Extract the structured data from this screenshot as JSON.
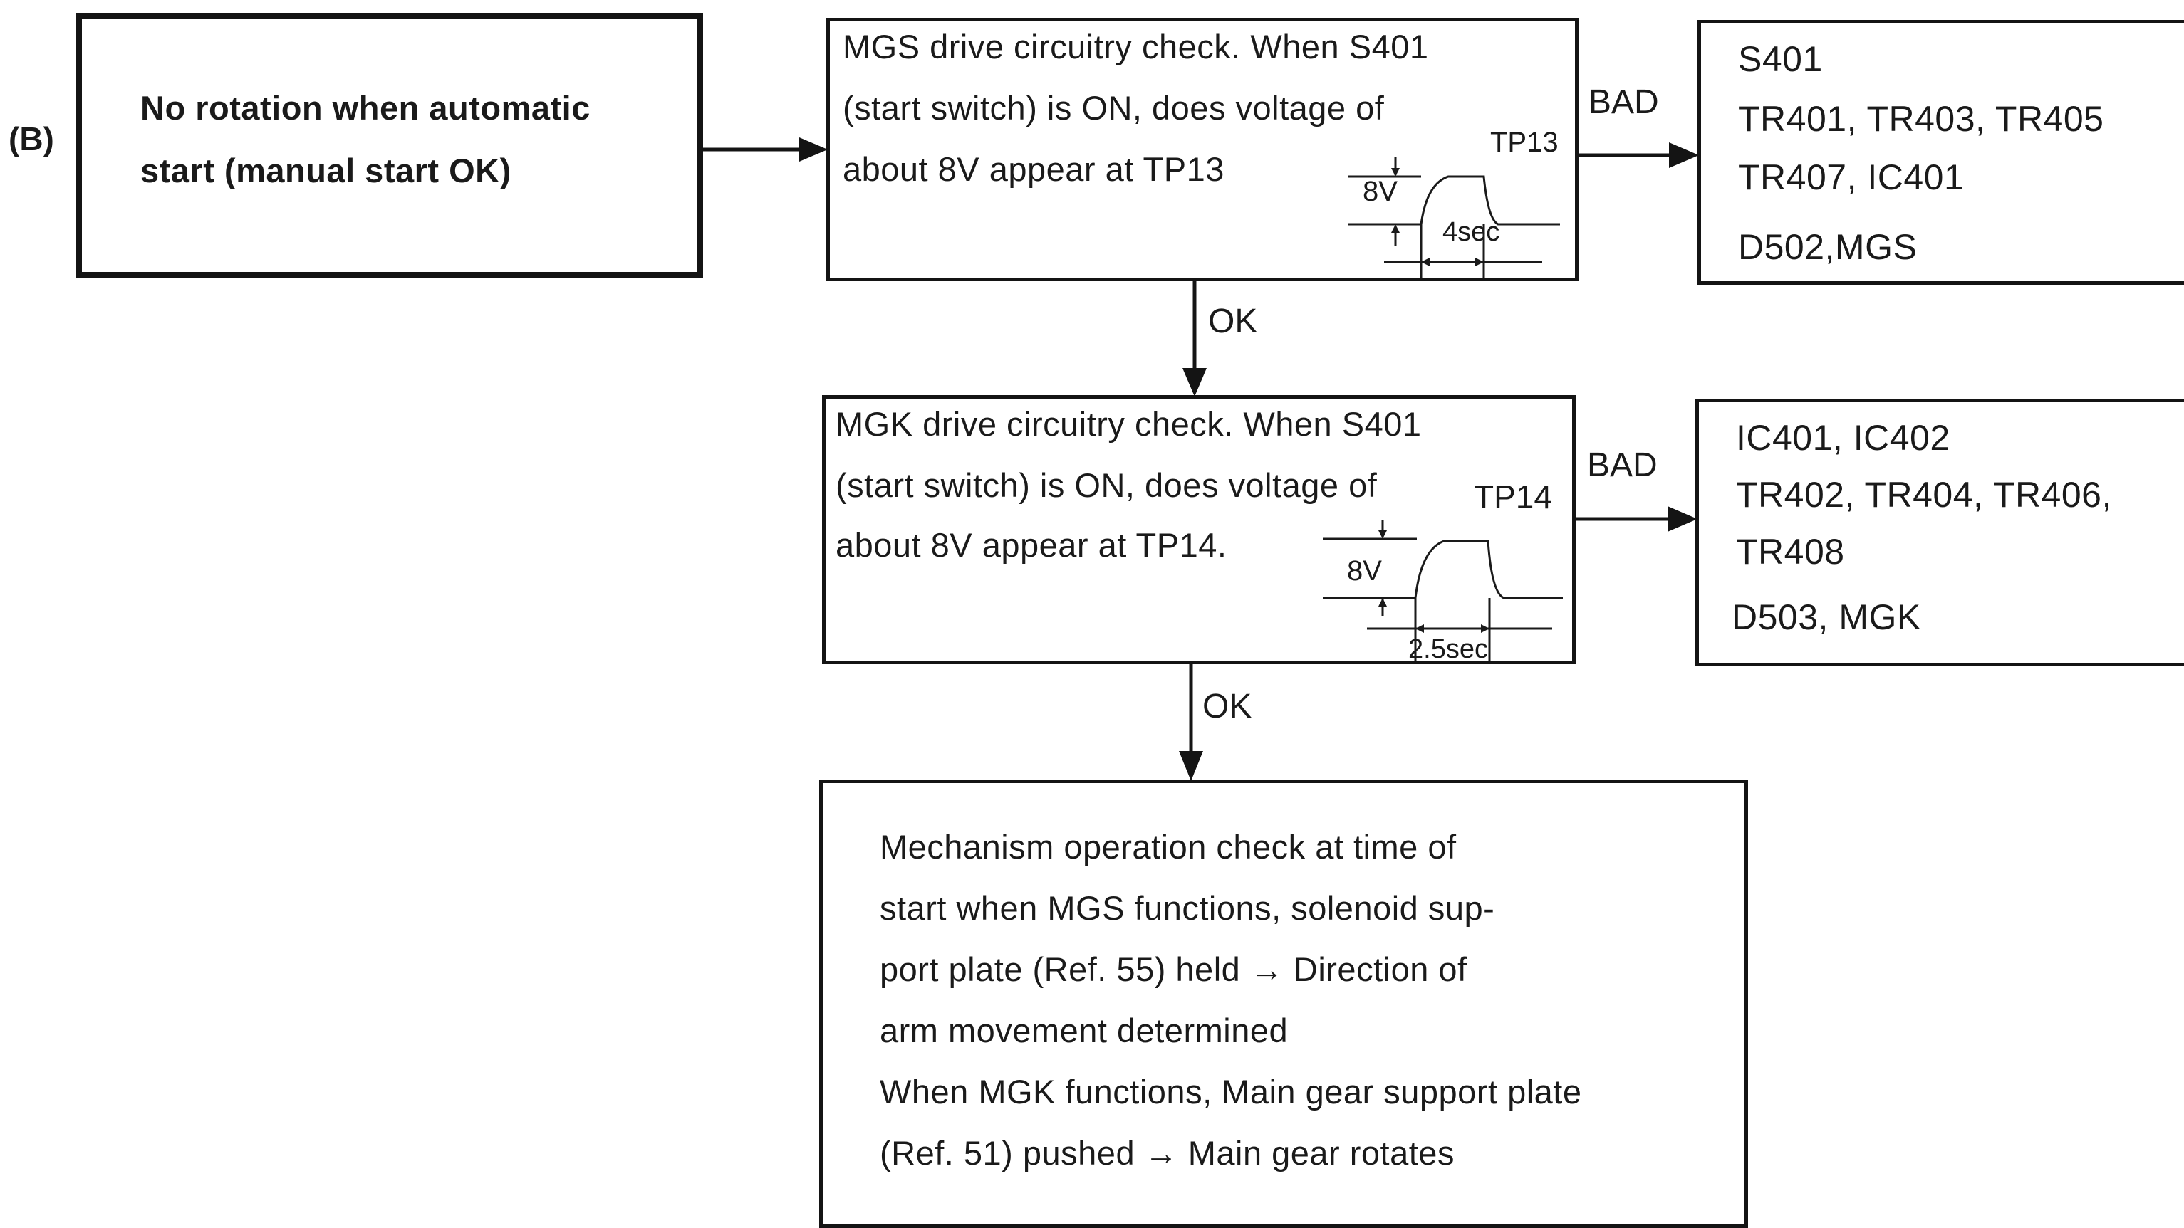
{
  "section_label": "(B)",
  "start_box": {
    "lines": [
      "No rotation when automatic",
      "start  (manual start OK)"
    ]
  },
  "mgs_check": {
    "lines": [
      "MGS drive circuitry check. When S401",
      "(start switch) is ON, does voltage of",
      "about 8V appear at TP13"
    ],
    "waveform": {
      "test_point": "TP13",
      "voltage": "8V",
      "duration": "4sec"
    }
  },
  "mgs_bad": {
    "label": "BAD",
    "lines": [
      "S401",
      "TR401, TR403, TR405",
      "TR407, IC401",
      "D502,MGS"
    ]
  },
  "ok_1": "OK",
  "mgk_check": {
    "lines": [
      "MGK drive circuitry check.  When S401",
      "(start switch) is ON, does voltage of",
      "about 8V appear at TP14."
    ],
    "waveform": {
      "test_point": "TP14",
      "voltage": "8V",
      "duration": "2.5sec"
    }
  },
  "mgk_bad": {
    "label": "BAD",
    "lines": [
      "IC401, IC402",
      "TR402, TR404, TR406,",
      "TR408",
      "D503, MGK"
    ]
  },
  "ok_2": "OK",
  "mechanism_check": {
    "lines": [
      "Mechanism operation check at time of",
      "start when MGS functions, solenoid sup-",
      "port plate (Ref. 55) held  →  Direction of",
      "arm movement determined",
      "When MGK functions, Main gear support plate",
      "(Ref. 51) pushed  →  Main gear rotates"
    ]
  }
}
